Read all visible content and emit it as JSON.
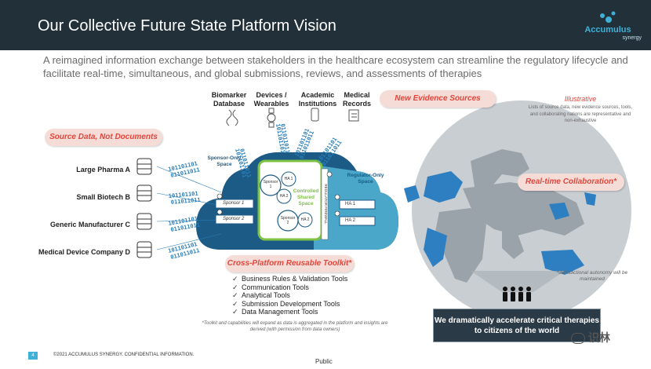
{
  "header": {
    "title": "Our Collective Future State Platform Vision",
    "logo_name": "Accumulus",
    "logo_sub": "synergy"
  },
  "subtitle": "A reimagined information exchange between stakeholders in the healthcare ecosystem can streamline the regulatory lifecycle and facilitate real-time, simultaneous, and global submissions, reviews, and assessments of therapies",
  "sources": [
    {
      "label": "Biomarker\nDatabase",
      "icon": "dna-icon"
    },
    {
      "label": "Devices /\nWearables",
      "icon": "watch-icon"
    },
    {
      "label": "Academic\nInstitutions",
      "icon": "phone-icon"
    },
    {
      "label": "Medical\nRecords",
      "icon": "records-icon"
    }
  ],
  "pills": {
    "new_evidence": "New Evidence Sources",
    "source_data": "Source Data, Not Documents",
    "realtime": "Real-time Collaboration*",
    "toolkit": "Cross-Platform Reusable Toolkit*"
  },
  "illustrative": {
    "title": "Illustrative",
    "note": "Lists of source data, new evidence sources, tools, and collaborating nations are representative and non-exhaustive"
  },
  "companies": [
    "Large Pharma A",
    "Small Biotech B",
    "Generic Manufacturer C",
    "Medical Device Company D"
  ],
  "binary": {
    "a": "101101101",
    "b": "011011011"
  },
  "cloud": {
    "sponsor_space": "Sponsor-Only\nSpace",
    "regulator_space": "Regulator-Only\nSpace",
    "shared": "Controlled\nShared\nSpace",
    "firewall": "REGULATOR FIREWALL",
    "sponsor1": "Sponsor 1",
    "sponsor2": "Sponsor 2",
    "ha1": "HA 1",
    "ha2": "HA 2",
    "shared_sponsor1": "Sponsor\n1",
    "shared_sponsor2": "Sponsor\n2",
    "shared_ha1": "HA 1",
    "shared_ha2": "HA 2"
  },
  "toolkit": {
    "items": [
      "Business Rules & Validation Tools",
      "Communication Tools",
      "Analytical Tools",
      "Submission Development Tools",
      "Data Management Tools"
    ],
    "note": "*Toolkit and capabilities will expand as data is aggregated in the platform and insights are derived (with permission from data owners)"
  },
  "jurisdiction_note": "*Jurisdictional autonomy will be maintained",
  "accelerate": "We dramatically  accelerate critical therapies to citizens of the world",
  "footer": {
    "page": "4",
    "copyright": "©2021 ACCUMULUS SYNERGY. CONFIDENTIAL INFORMATION.",
    "public": "Public"
  },
  "watermark": "识林",
  "colors": {
    "header_bg": "#22303a",
    "accent_blue": "#3fb1d8",
    "pill_bg": "#f6dcd6",
    "pill_text": "#e0463c",
    "shared_green": "#7dc242",
    "cloud_blue": "#1c5b86",
    "map_blue": "#2d7fc1"
  }
}
